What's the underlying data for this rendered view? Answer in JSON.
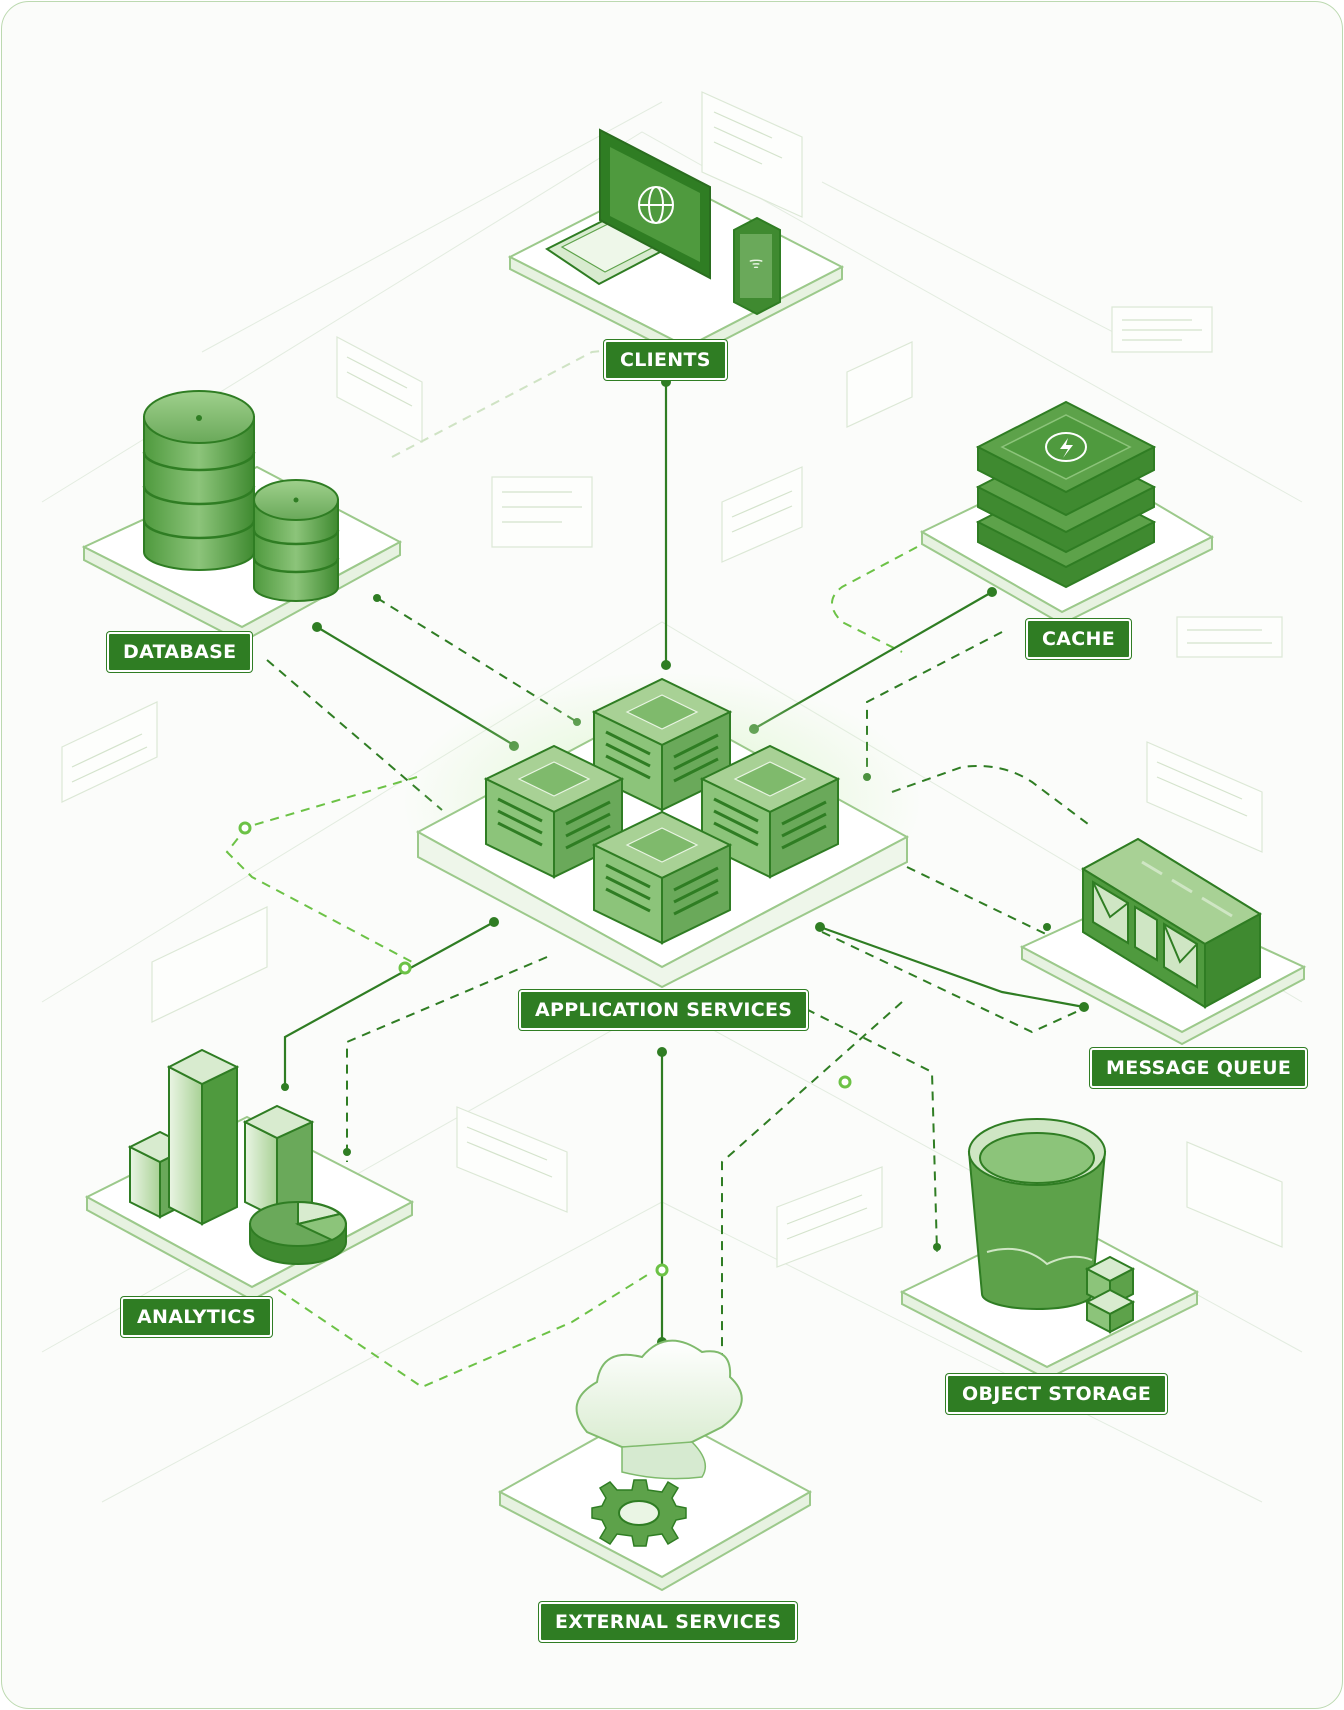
{
  "labels": {
    "clients": "CLIENTS",
    "database": "DATABASE",
    "cache": "CACHE",
    "application_services": "APPLICATION SERVICES",
    "message_queue": "MESSAGE QUEUE",
    "analytics": "ANALYTICS",
    "object_storage": "OBJECT STORAGE",
    "external_services": "EXTERNAL SERVICES"
  },
  "icons": {
    "clients": [
      "laptop-icon",
      "globe-icon",
      "phone-icon"
    ],
    "database": [
      "database-cylinder-icon"
    ],
    "cache": [
      "cache-stack-icon",
      "lightning-icon"
    ],
    "application_services": [
      "server-cube-icon"
    ],
    "message_queue": [
      "message-queue-icon",
      "envelope-icon"
    ],
    "analytics": [
      "bar-chart-icon",
      "pie-chart-icon"
    ],
    "object_storage": [
      "bucket-icon"
    ],
    "external_services": [
      "cloud-icon",
      "gear-icon"
    ]
  },
  "colors": {
    "primary": "#2f7d23",
    "mid": "#5da24a",
    "light": "#bfe0b0",
    "accent": "#5fd13a",
    "background": "#fbfcfa"
  }
}
